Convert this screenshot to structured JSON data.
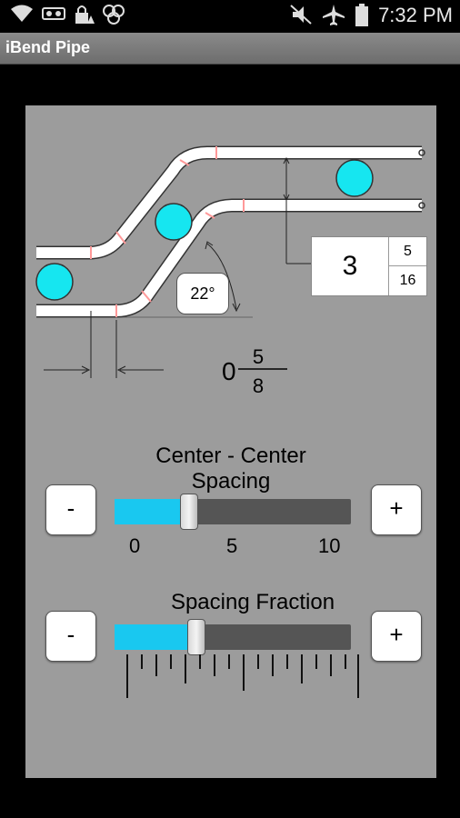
{
  "status_bar": {
    "time": "7:32 PM"
  },
  "app": {
    "title": "iBend Pipe"
  },
  "diagram": {
    "angle_label": "22°",
    "offset_whole": "3",
    "offset_num": "5",
    "offset_den": "16",
    "spacing_whole": "0",
    "spacing_num": "5",
    "spacing_den": "8"
  },
  "center_spacing": {
    "label": "Center - Center Spacing",
    "minus_label": "-",
    "plus_label": "+",
    "ticks": [
      "0",
      "5",
      "10"
    ],
    "value": 3,
    "min": 0,
    "max": 10
  },
  "spacing_fraction": {
    "label": "Spacing Fraction",
    "minus_label": "-",
    "plus_label": "+",
    "value": 0.3
  },
  "colors": {
    "accent": "#19c8f0",
    "ball": "#16e6f0",
    "panel": "#9c9c9c"
  }
}
